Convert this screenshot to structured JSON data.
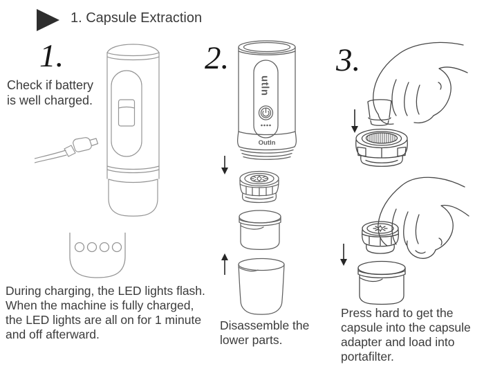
{
  "header": {
    "title": "1. Capsule Extraction"
  },
  "steps": [
    {
      "number": "1.",
      "caption_lines": [
        "Check if battery",
        "is well charged."
      ]
    },
    {
      "number": "2.",
      "caption_lines": [
        "Disassemble the",
        "lower parts."
      ]
    },
    {
      "number": "3.",
      "caption_lines": [
        "Press hard to get the",
        "capsule into the capsule",
        "adapter and load into",
        "portafilter."
      ]
    }
  ],
  "charging_note_lines": [
    "During charging, the LED lights flash.",
    "When the machine is fully charged,",
    "the LED lights are all on for 1 minute",
    "and off afterward."
  ],
  "device": {
    "brand_side_label": "utln",
    "brand_band_label": "OutIn"
  },
  "icons": {
    "bullet": "play-triangle-icon",
    "arrows": [
      "down-arrow-icon",
      "up-arrow-icon"
    ]
  },
  "colors": {
    "ink": "#3b3b3b",
    "numeral": "#161616",
    "bullet": "#2e2e2e",
    "sketch_light": "#959595",
    "sketch_medium": "#5f5f5f",
    "sketch_dark": "#474747",
    "arrow": "#262626"
  }
}
